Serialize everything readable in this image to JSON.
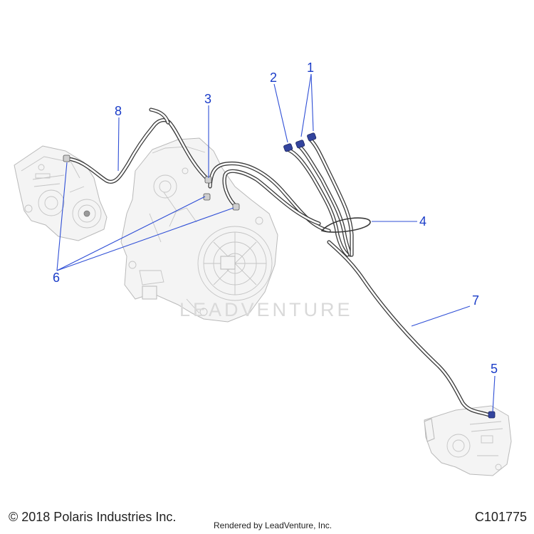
{
  "callouts": [
    {
      "number": "1"
    },
    {
      "number": "2"
    },
    {
      "number": "3"
    },
    {
      "number": "4"
    },
    {
      "number": "5"
    },
    {
      "number": "6"
    },
    {
      "number": "7"
    },
    {
      "number": "8"
    }
  ],
  "watermark": "LEADVENTURE",
  "footer": {
    "copyright": "© 2018 Polaris Industries Inc.",
    "rendered_by": "Rendered by LeadVenture, Inc.",
    "figure_code": "C101775"
  },
  "colors": {
    "callout_text": "#1a3cc8",
    "leader_line": "#2f4fd6",
    "tube": "#3a3a3a",
    "fitting": "#33449e",
    "part_fill": "#f4f4f4"
  }
}
